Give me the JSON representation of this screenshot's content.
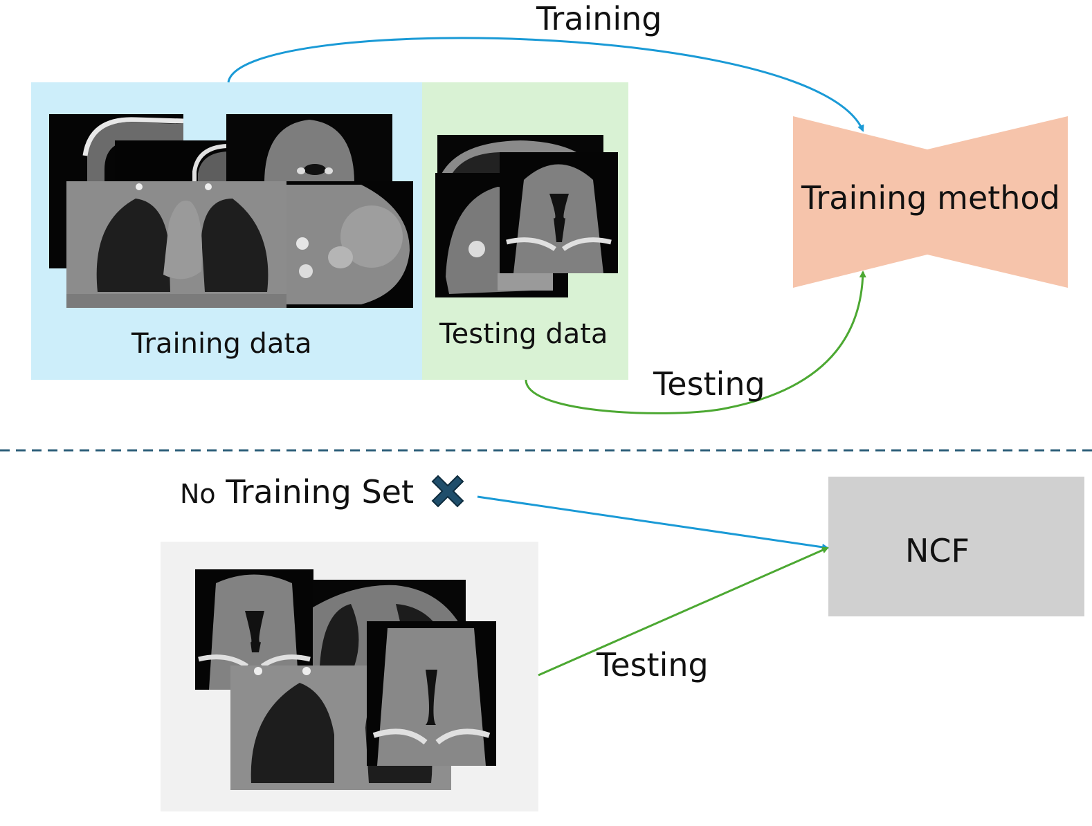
{
  "labels": {
    "training_arrow": "Training",
    "training_data": "Training data",
    "testing_data": "Testing data",
    "testing_arrow_top": "Testing",
    "training_method": "Training method",
    "no_training_set_prefix": "No",
    "no_training_set_rest": " Training Set",
    "ncf": "NCF",
    "testing_arrow_bottom": "Testing"
  },
  "colors": {
    "training_panel": "#cdeefa",
    "testing_panel": "#d9f2d4",
    "bottom_panel": "#f1f1f1",
    "training_method_box": "#f6c4ab",
    "ncf_box": "#d0d0d0",
    "training_arrow": "#1a9ad6",
    "testing_arrow": "#4ca832",
    "divider": "#2e5f7a",
    "cross_icon": "#1f4e6b"
  },
  "icons": {
    "cross": "x-mark-icon"
  }
}
